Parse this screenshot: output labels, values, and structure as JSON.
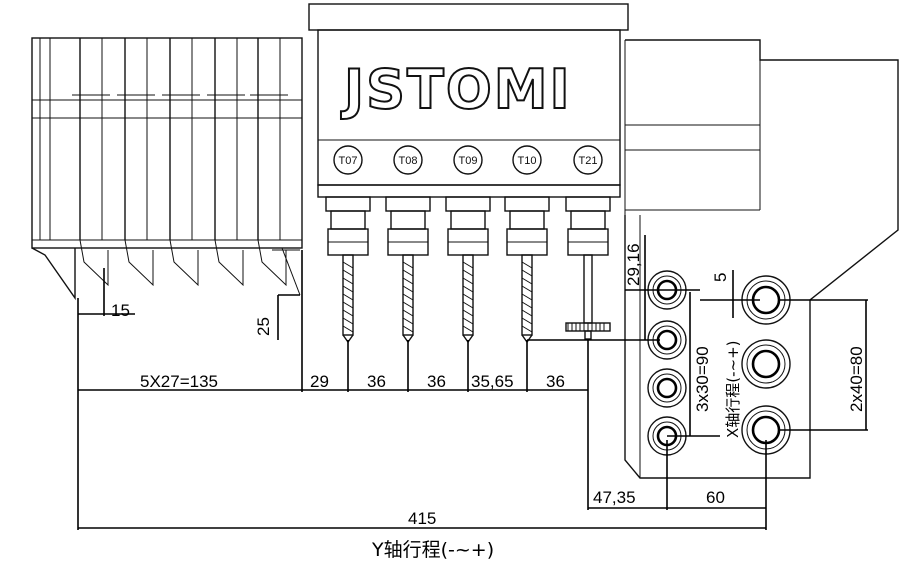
{
  "brand": "JSTOMI",
  "tools": [
    "T07",
    "T08",
    "T09",
    "T10",
    "T21"
  ],
  "dimensions": {
    "d_15": "15",
    "d_25": "25",
    "d_5x27": "5X27=135",
    "d_29": "29",
    "d_36a": "36",
    "d_36b": "36",
    "d_35_65": "35,65",
    "d_36c": "36",
    "d_29_16": "29,16",
    "d_5": "5",
    "d_3x30": "3x30=90",
    "d_2x40": "2x40=80",
    "d_47_35": "47,35",
    "d_60": "60",
    "d_415": "415"
  },
  "axes": {
    "x_axis": "X轴行程(-~+)",
    "y_axis": "Y轴行程(-~+)"
  }
}
